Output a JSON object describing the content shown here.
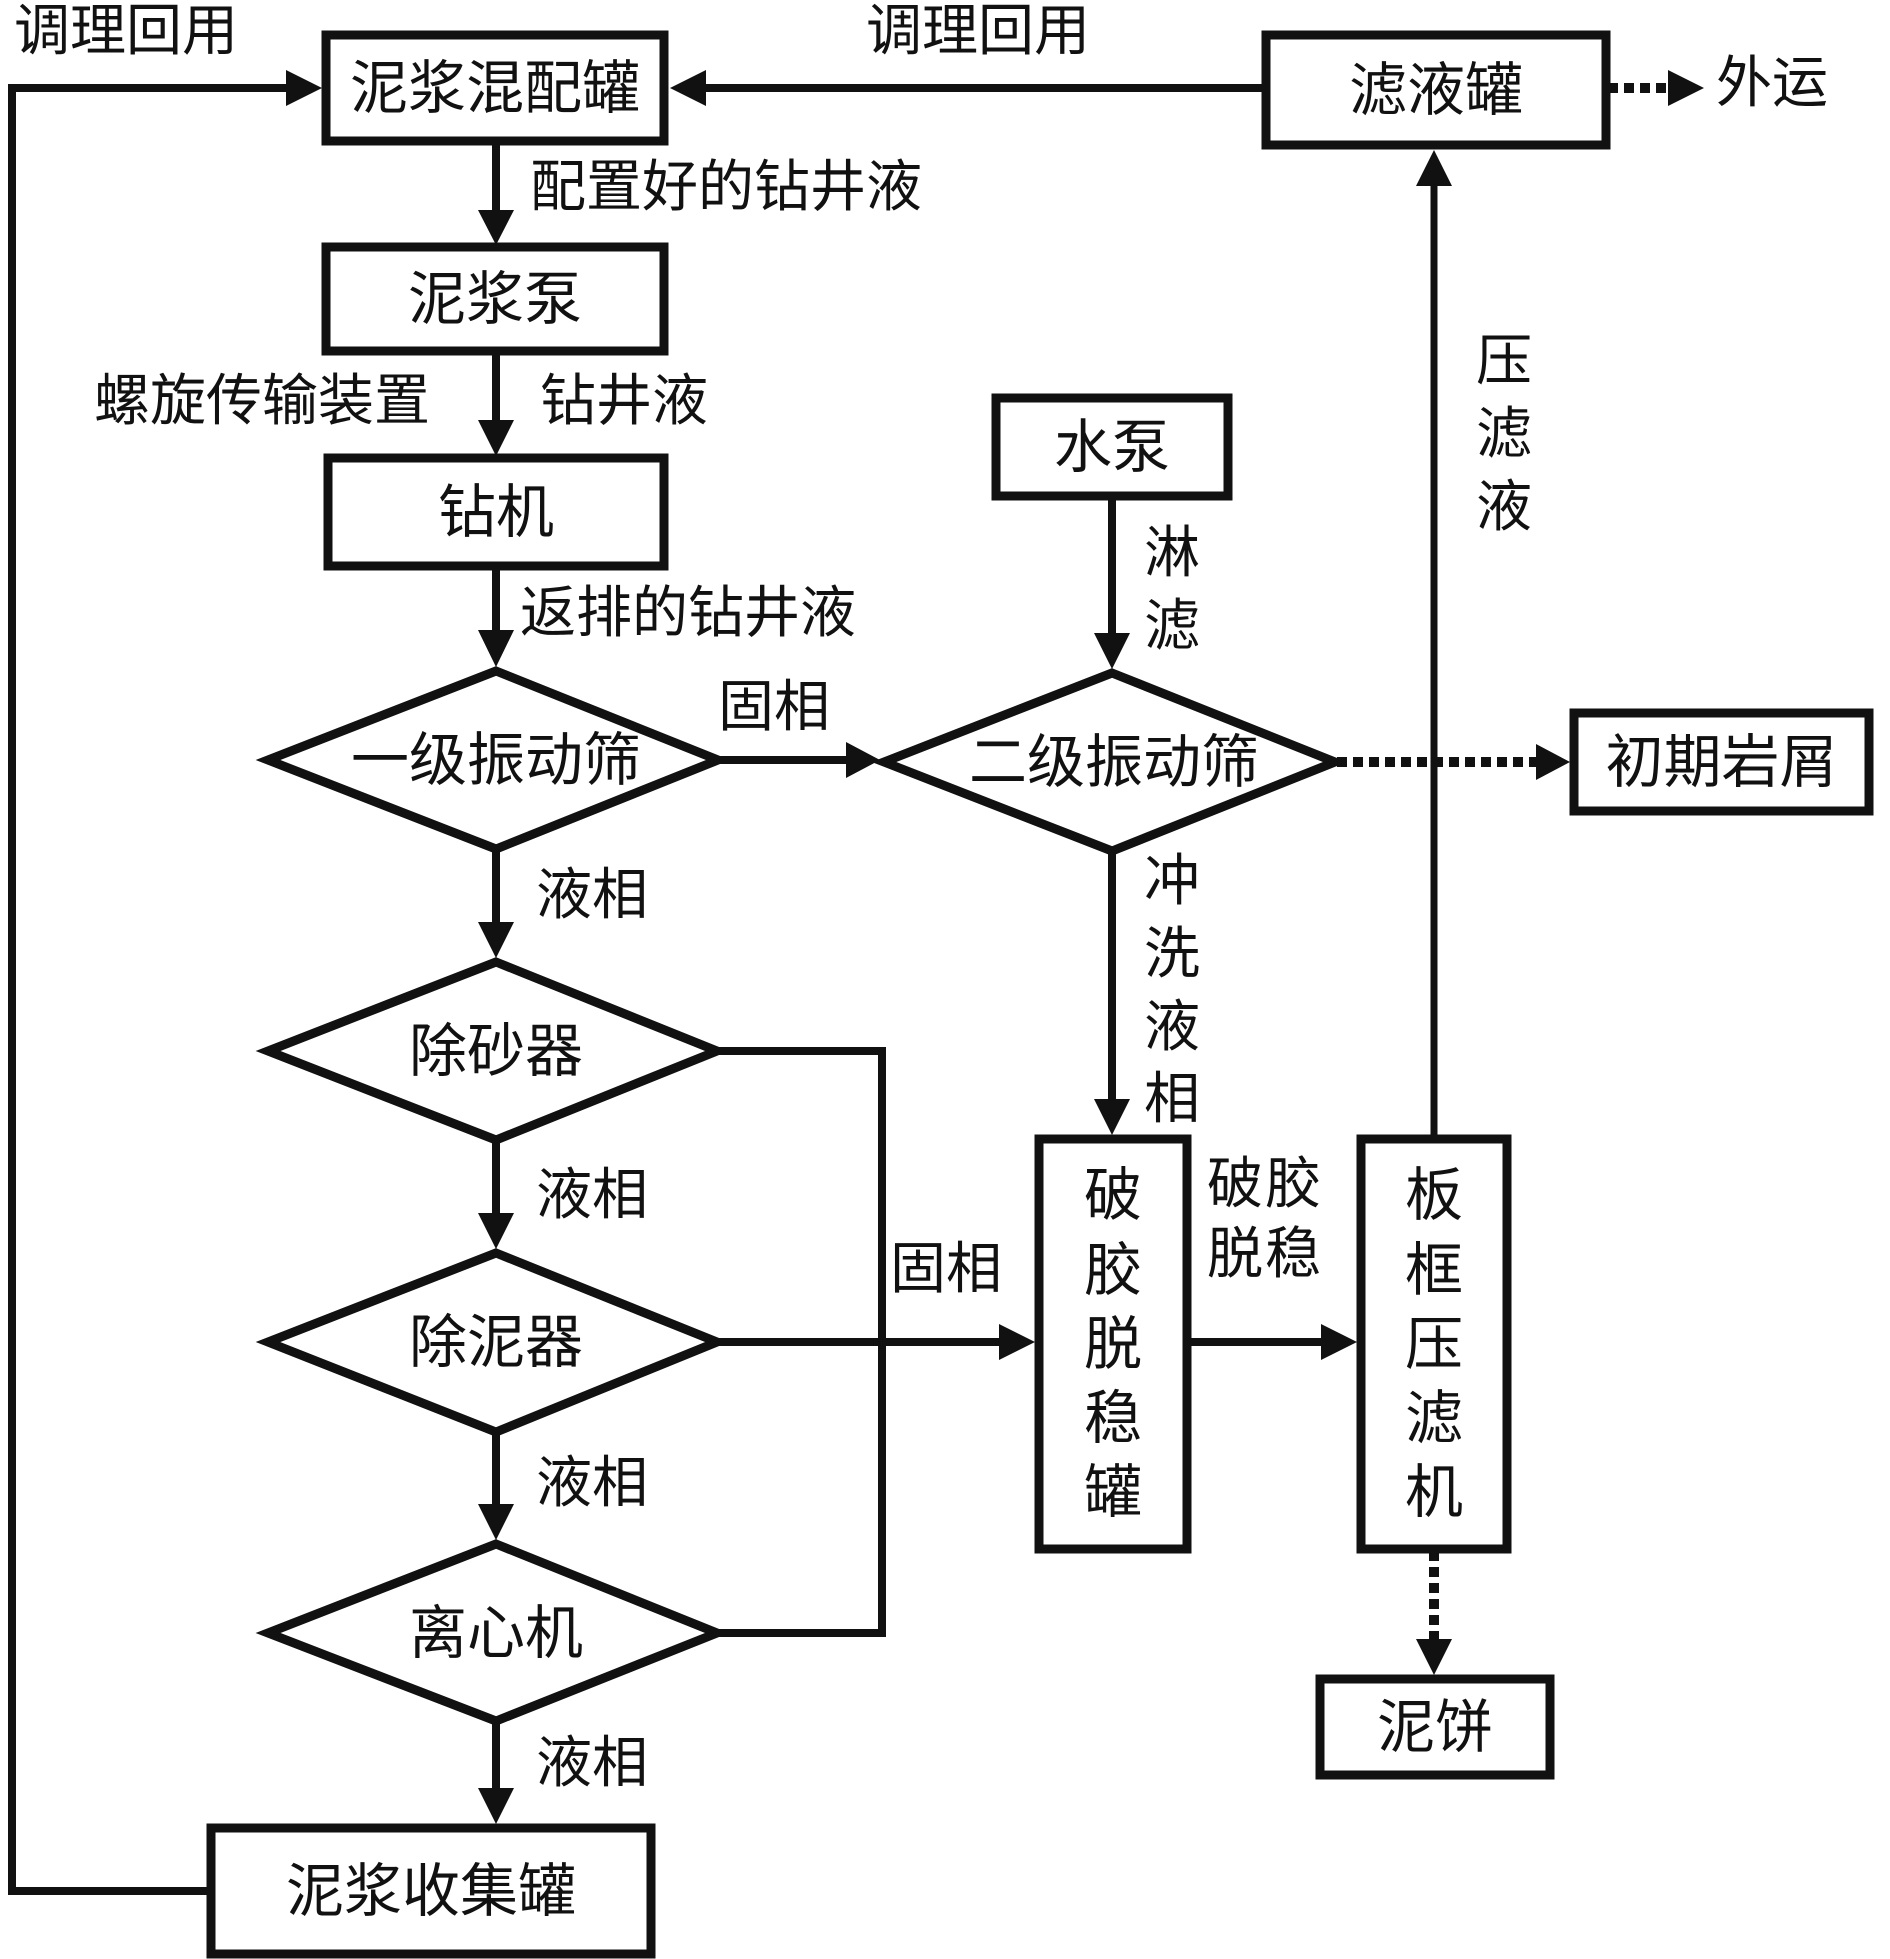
{
  "title": "钻井液处理工艺流程图",
  "nodes": {
    "mix_tank": "泥浆混配罐",
    "filtrate_tank": "滤液罐",
    "mud_pump": "泥浆泵",
    "drill": "钻机",
    "shaker_1": "一级振动筛",
    "water_pump": "水泵",
    "shaker_2": "二级振动筛",
    "initial_cuttings": "初期岩屑",
    "desander": "除砂器",
    "desilter": "除泥器",
    "centrifuge": "离心机",
    "collect_tank": "泥浆收集罐",
    "break_tank": "破胶脱稳罐",
    "filter_press": "板框压滤机",
    "mud_cake": "泥饼"
  },
  "edge_labels": {
    "recycle_left": "调理回用",
    "recycle_top": "调理回用",
    "export": "外运",
    "prepared_fluid": "配置好的钻井液",
    "screw_conveyor": "螺旋传输装置",
    "drilling_fluid": "钻井液",
    "return_fluid": "返排的钻井液",
    "solid_phase_1": "固相",
    "rinse_filter": "淋滤",
    "filtrate_press": "压滤液",
    "liquid_phase_1": "液相",
    "rinse_liquid": "冲洗液相",
    "liquid_phase_2": "液相",
    "solid_phase_2": "固相",
    "break_destabilize": "破胶脱稳",
    "liquid_phase_3": "液相",
    "liquid_phase_4": "液相"
  },
  "colors": {
    "stroke": "#111111",
    "background": "#ffffff"
  }
}
